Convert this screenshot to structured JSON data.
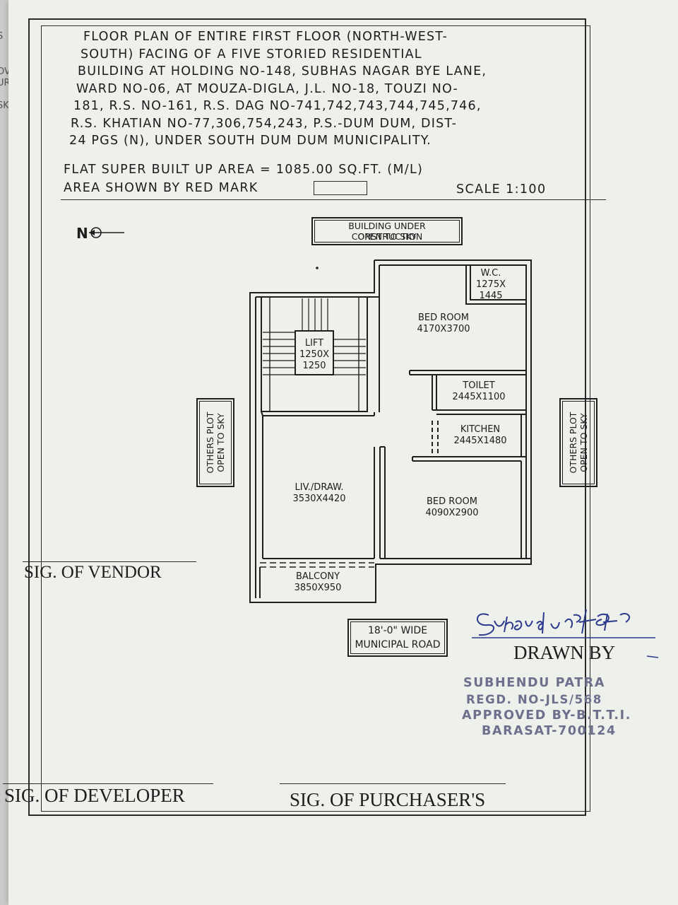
{
  "title_lines": [
    "FLOOR PLAN OF ENTIRE FIRST FLOOR (NORTH-WEST-",
    "SOUTH) FACING OF A FIVE STORIED RESIDENTIAL",
    "BUILDING AT HOLDING NO-148, SUBHAS NAGAR BYE LANE,",
    "WARD NO-06, AT MOUZA-DIGLA, J.L. NO-18, TOUZI NO-",
    "181, R.S. NO-161, R.S. DAG NO-741,742,743,744,745,746,",
    "R.S. KHATIAN NO-77,306,754,243, P.S.-DUM DUM, DIST-",
    "24 PGS (N), UNDER SOUTH DUM DUM MUNICIPALITY."
  ],
  "area_line": "FLAT SUPER BUILT UP AREA = 1085.00 SQ.FT. (M/L)",
  "red_mark_line": "AREA SHOWN BY RED MARK",
  "scale": "SCALE 1:100",
  "north_label": "N",
  "building_under_construction": [
    "BUILDING UNDER CONSTRUCTION",
    "OPEN TO SKY"
  ],
  "others_plot": "OTHERS PLOT\nOPEN TO SKY",
  "road": [
    "18'-0\" WIDE",
    "MUNICIPAL ROAD"
  ],
  "rooms": {
    "wc": [
      "W.C.",
      "1275X",
      "1445"
    ],
    "bed1": [
      "BED ROOM",
      "4170X3700"
    ],
    "lift": [
      "LIFT",
      "1250X",
      "1250"
    ],
    "toilet": [
      "TOILET",
      "2445X1100"
    ],
    "kitchen": [
      "KITCHEN",
      "2445X1480"
    ],
    "living": [
      "LIV./DRAW.",
      "3530X4420"
    ],
    "bed2": [
      "BED ROOM",
      "4090X2900"
    ],
    "balcony": [
      "BALCONY",
      "3850X950"
    ]
  },
  "signatures": {
    "vendor": "SIG. OF VENDOR",
    "developer": "SIG. OF DEVELOPER",
    "purchaser": "SIG. OF PURCHASER'S",
    "drawn_by": "DRAWN BY"
  },
  "stamp_lines": [
    "SUBHENDU PATRA",
    "REGD. NO-JLS/568",
    "APPROVED BY-B.T.T.I.",
    "BARASAT-700124"
  ],
  "side_fragments": [
    "S",
    "OV",
    "UR",
    "SK"
  ],
  "colors": {
    "ink": "#1c1c1c",
    "stamp": "#6e6f8c",
    "signature_ink": "#2b3a8c",
    "paper": "#eef0ec"
  }
}
